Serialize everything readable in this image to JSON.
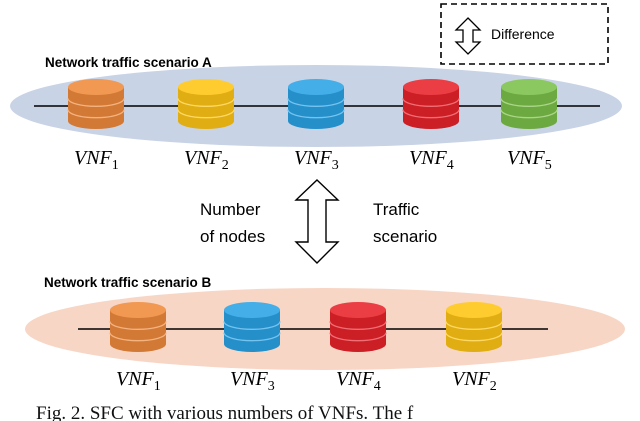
{
  "legend": {
    "label": "Difference",
    "icon": "double-arrow-icon"
  },
  "scenario_a": {
    "title": "Network traffic scenario A",
    "fill_color": "#c9d3e6",
    "nodes": [
      {
        "label": "VNF",
        "subscript": "1",
        "color": "#ef8a3c"
      },
      {
        "label": "VNF",
        "subscript": "2",
        "color": "#ffc514"
      },
      {
        "label": "VNF",
        "subscript": "3",
        "color": "#2aa3e6"
      },
      {
        "label": "VNF",
        "subscript": "4",
        "color": "#e8222a"
      },
      {
        "label": "VNF",
        "subscript": "5",
        "color": "#7cc04a"
      }
    ]
  },
  "scenario_b": {
    "title": "Network traffic scenario B",
    "fill_color": "#f7d6c6",
    "nodes": [
      {
        "label": "VNF",
        "subscript": "1",
        "color": "#ef8a3c"
      },
      {
        "label": "VNF",
        "subscript": "3",
        "color": "#2aa3e6"
      },
      {
        "label": "VNF",
        "subscript": "4",
        "color": "#e8222a"
      },
      {
        "label": "VNF",
        "subscript": "2",
        "color": "#ffc514"
      }
    ]
  },
  "transition": {
    "left_label_line1": "Number",
    "left_label_line2": "of nodes",
    "right_label_line1": "Traffic",
    "right_label_line2": "scenario"
  },
  "caption": "Fig. 2.  SFC with various numbers of VNFs. The f"
}
